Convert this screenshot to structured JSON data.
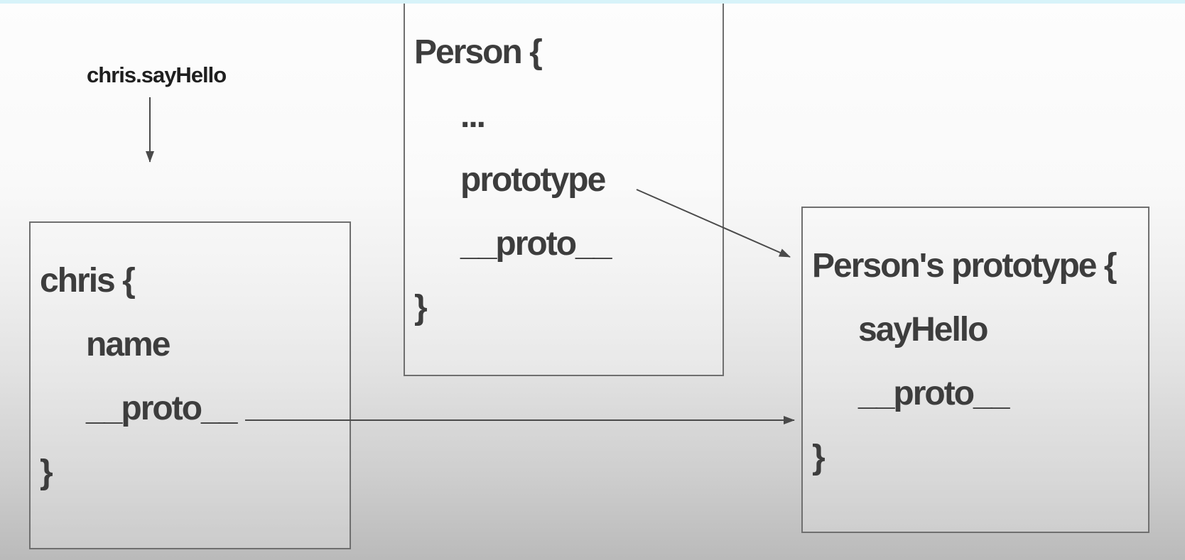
{
  "colors": {
    "accent_strip": "#d7f3f9",
    "text": "#3d3d3d",
    "label_text": "#1f1f1f",
    "border": "#6f6f6f",
    "arrow": "#4a4a4a"
  },
  "annotation": {
    "label": "chris.sayHello"
  },
  "boxes": {
    "chris": {
      "title": "chris {",
      "members": [
        "name",
        "__proto__"
      ],
      "close": "}"
    },
    "person": {
      "title": "Person {",
      "members": [
        "...",
        "prototype",
        "__proto__"
      ],
      "close": "}"
    },
    "person_prototype": {
      "title": "Person's prototype {",
      "members": [
        "sayHello",
        "__proto__"
      ],
      "close": "}"
    }
  },
  "arrows": [
    {
      "name": "arrow-sayhello-lookup",
      "from": "chris.sayHello label",
      "to": "chris box"
    },
    {
      "name": "arrow-prototype-link",
      "from": "Person.prototype",
      "to": "Person's prototype box"
    },
    {
      "name": "arrow-proto-link",
      "from": "chris.__proto__",
      "to": "Person's prototype box"
    }
  ]
}
